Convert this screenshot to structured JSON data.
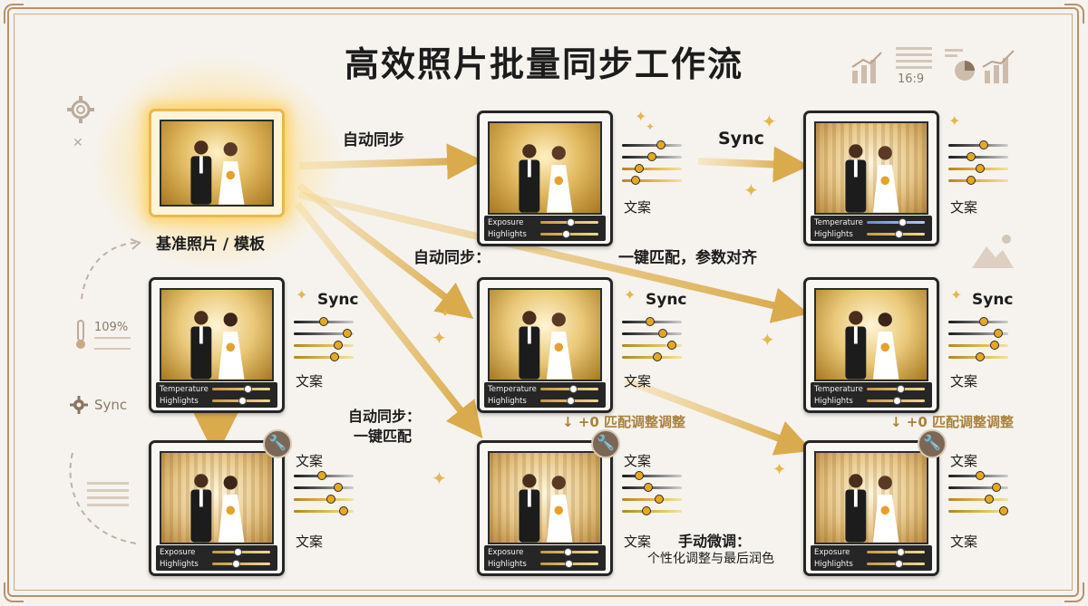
{
  "title": "高效照片批量同步工作流",
  "reference_label": "基准照片 / 模板",
  "labels": {
    "auto_sync": "自动同步",
    "sync": "Sync",
    "auto_sync_colon": "自动同步：",
    "one_key_match": "一键匹配，参数对齐",
    "auto_sync_line1": "自动同步：",
    "auto_sync_line2": "一键匹配",
    "adjust": "↓ +0 匹配调整调整",
    "manual_line1": "手动微调：",
    "manual_line2": "个性化调整与最后润色",
    "copy": "文案"
  },
  "controls": {
    "exposure": "Exposure",
    "highlights": "Highlights",
    "temperature": "Temperature"
  },
  "decor": {
    "ratio": "16:9",
    "percent": "109%",
    "sync": "Sync"
  },
  "colors": {
    "arrow": "#dcb25a",
    "frame": "#b8916c",
    "gold_label": "#a8823c"
  },
  "icons": [
    "gear-icon",
    "close-icon",
    "thermometer-icon",
    "wrench-icon",
    "sparkle-icon",
    "chart-icon"
  ]
}
